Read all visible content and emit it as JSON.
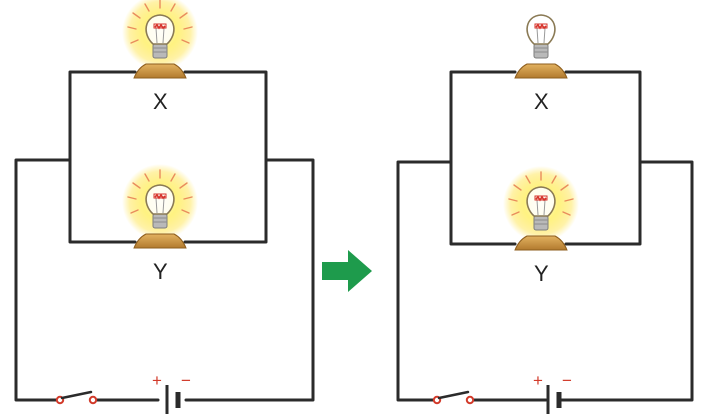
{
  "left_circuit": {
    "bulb_top": {
      "label": "X",
      "lit": true
    },
    "bulb_bottom": {
      "label": "Y",
      "lit": true
    },
    "battery": {
      "plus": "+",
      "minus": "−"
    },
    "switch_state": "closed"
  },
  "right_circuit": {
    "bulb_top": {
      "label": "X",
      "lit": false
    },
    "bulb_bottom": {
      "label": "Y",
      "lit": true
    },
    "battery": {
      "plus": "+",
      "minus": "−"
    },
    "switch_state": "closed"
  },
  "arrow": {
    "icon": "right-arrow-icon",
    "color": "#1e9b4c"
  },
  "colors": {
    "wire": "#2b2b2b",
    "glow": "#fff27a",
    "base": "#c8923c",
    "switch_contact": "#d23a2a",
    "battery_sign": "#d23a2a"
  }
}
